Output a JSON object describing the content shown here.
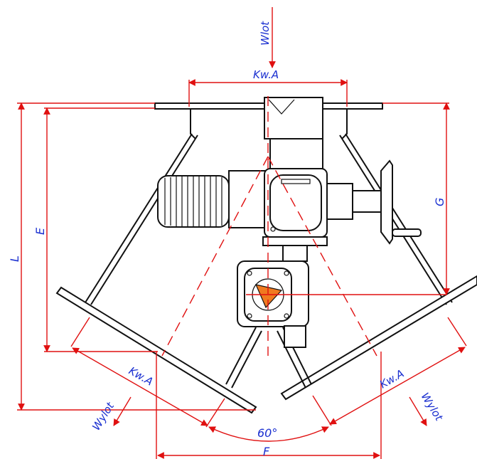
{
  "labels": {
    "inlet": "Wlot",
    "outlet_left": "Wylot",
    "outlet_right": "Wylot",
    "kwa_top": "Kw.A",
    "kwa_left": "Kw.A",
    "kwa_right": "Kw.A",
    "dim_l": "L",
    "dim_e": "E",
    "dim_g": "G",
    "angle": "60°",
    "dim_f": "F"
  },
  "colors": {
    "line": "#111111",
    "dimension": "#e01010",
    "label": "#1a2fd0",
    "accent": "#f07a20"
  }
}
